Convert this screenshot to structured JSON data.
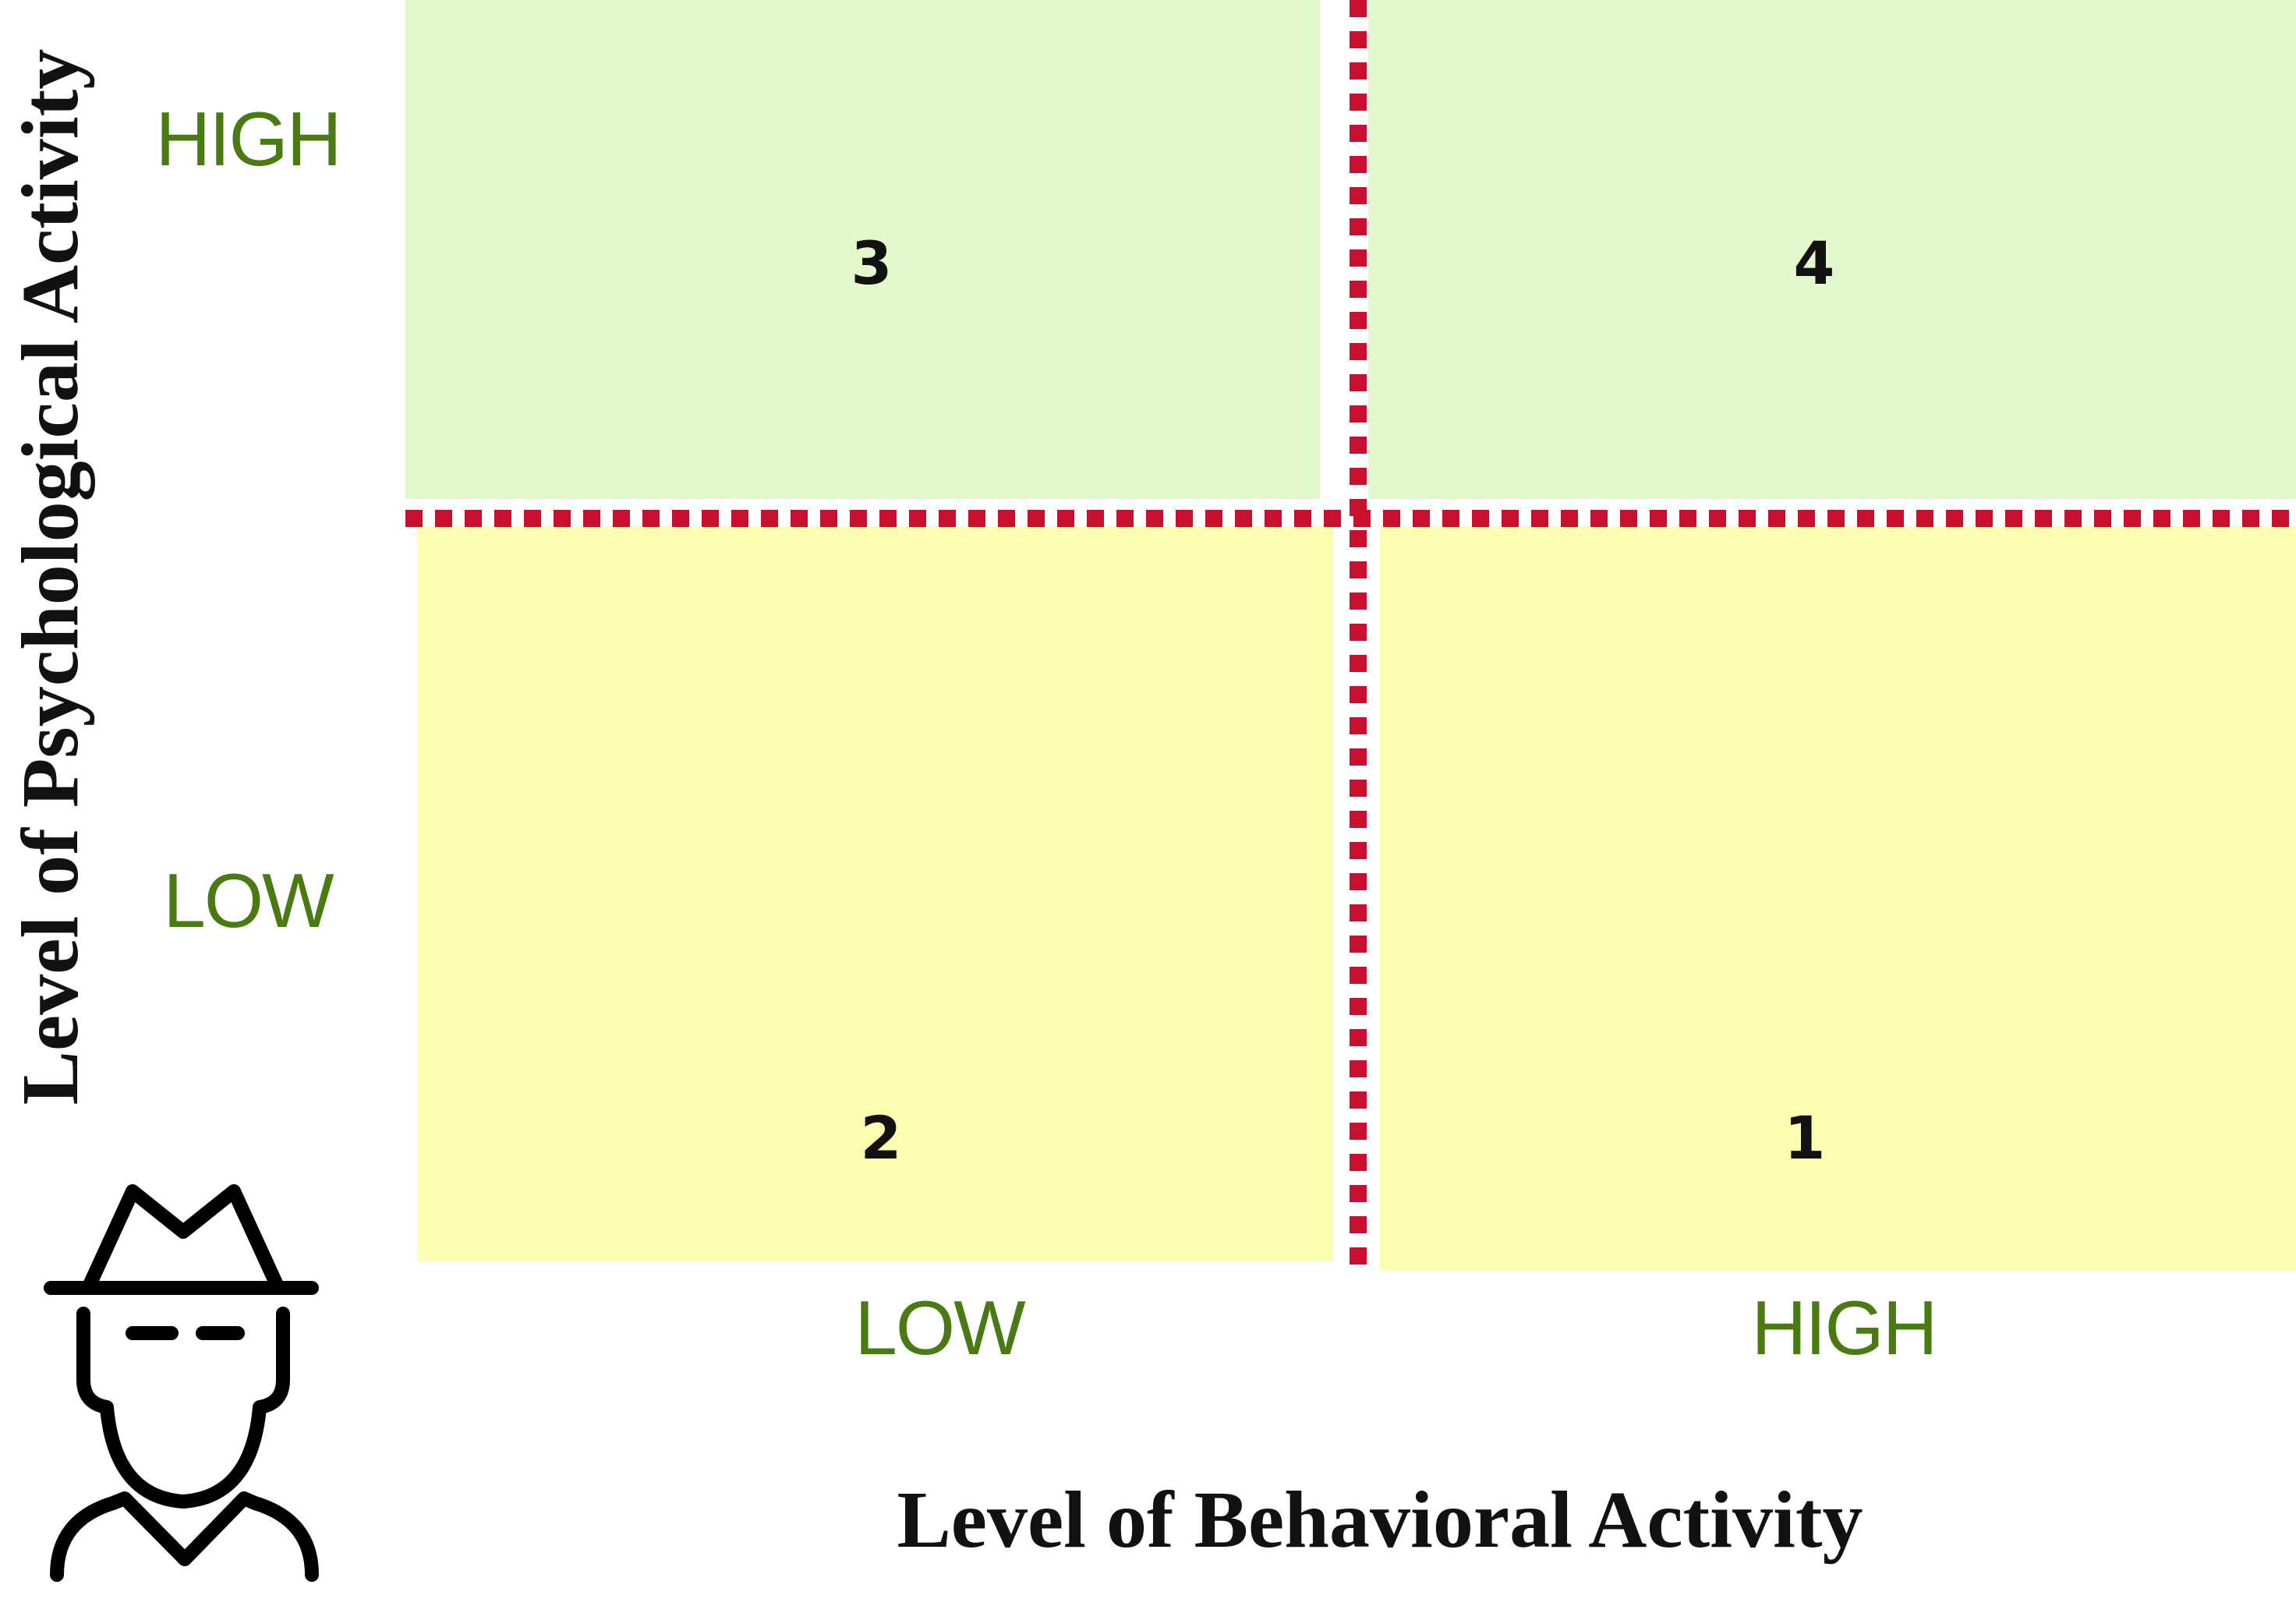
{
  "quadrants": [
    {
      "id": "top-left",
      "number": "3",
      "fill": "#e3f8cd"
    },
    {
      "id": "top-right",
      "number": "4",
      "fill": "#e3f8cd"
    },
    {
      "id": "bottom-left",
      "number": "2",
      "fill": "#fbfdb0"
    },
    {
      "id": "bottom-right",
      "number": "1",
      "fill": "#fbfdb0"
    }
  ],
  "y_axis": {
    "title": "Level of Psychological Activity",
    "high_label": "HIGH",
    "low_label": "LOW"
  },
  "x_axis": {
    "title": "Level of Behavioral Activity",
    "low_label": "LOW",
    "high_label": "HIGH"
  },
  "colors": {
    "level_label": "#4a7a12",
    "divider": "#c8102e",
    "icon": "#000000"
  },
  "icon": "person-with-hat-icon"
}
